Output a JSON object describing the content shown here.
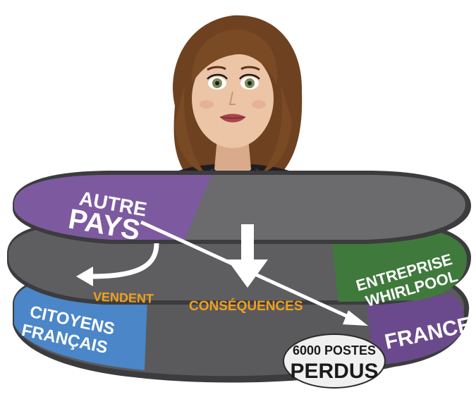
{
  "labels": {
    "autre_pays_line1": "AUTRE",
    "autre_pays_line2": "PAYS",
    "vendent": "VENDENT",
    "consequences": "CONSÉQUENCES",
    "entreprise_line1": "ENTREPRISE",
    "entreprise_line2": "WHIRLPOOL",
    "citoyens_line1": "CITOYENS",
    "citoyens_line2": "FRANÇAIS",
    "france": "FRANCE",
    "postes_line1": "6000 POSTES",
    "postes_line2": "PERDUS"
  },
  "colors": {
    "ring_dark": "#5a5a5c",
    "ring_mid": "#6b6b6d",
    "ring_edge": "#3c3c3e",
    "purple": "#7d5aa0",
    "green": "#3f7a3c",
    "blue": "#4a86c8",
    "purple_bottom": "#6a4a8c",
    "orange_text": "#f0a020",
    "white": "#ffffff",
    "hair": "#7a4a25",
    "skin": "#e8bfa2"
  },
  "icons": {
    "avatar": "woman-avatar",
    "down_arrow": "down-arrow-icon",
    "curved_arrow": "curved-arrow-icon",
    "diagonal_arrow": "diagonal-arrow-icon"
  }
}
